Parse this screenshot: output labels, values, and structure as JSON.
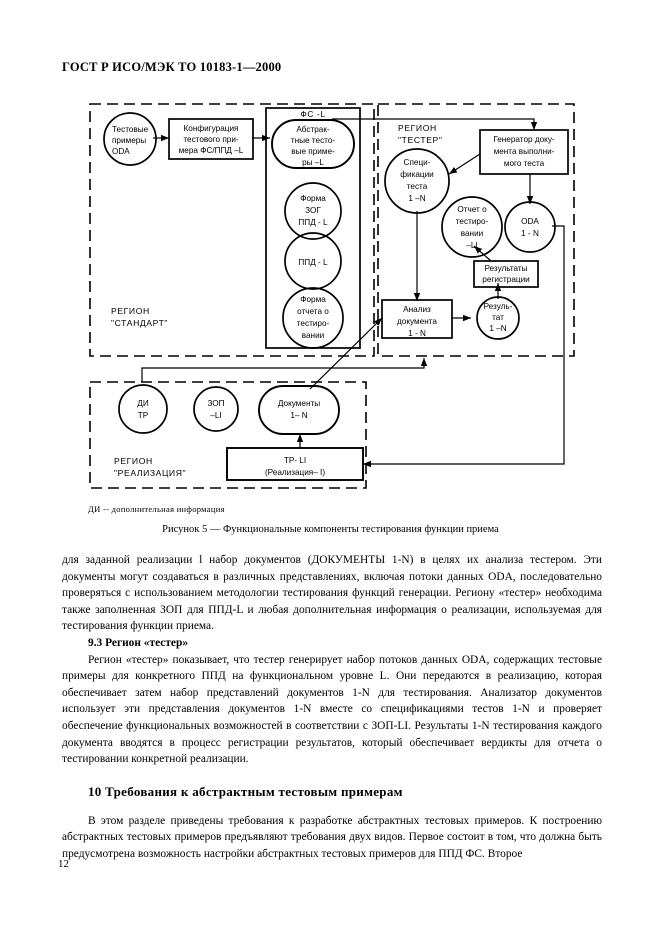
{
  "document": {
    "header": "ГОСТ Р ИСО/МЭК ТО 10183-1—2000",
    "page_number": "12"
  },
  "figure": {
    "note": "ДИ  --  дополнительная  информация",
    "caption": "Рисунок 5 — Функциональные компоненты тестирования функции приема",
    "regions": {
      "standard": {
        "line1": "РЕГИОН",
        "line2": "\"СТАНДАРТ\""
      },
      "tester": {
        "line1": "РЕГИОН",
        "line2": "\"ТЕСТЕР\""
      },
      "implementation": {
        "line1": "РЕГИОН",
        "line2": "\"РЕАЛИЗАЦИЯ\""
      }
    },
    "group_label_fs_l": "ФС -L",
    "nodes": {
      "test_examples_oda": {
        "l1": "Тестовые",
        "l2": "примеры",
        "l3": "ODA"
      },
      "config_box": {
        "l1": "Конфигурация",
        "l2": "тестового при-",
        "l3": "мера ФС/ППД –L"
      },
      "abstract_tests": {
        "l1": "Абстрак-",
        "l2": "тные тесто-",
        "l3": "вые приме-",
        "l4": "ры –L"
      },
      "form_zog": {
        "l1": "Форма",
        "l2": "ЗОГ",
        "l3": "ППД - L"
      },
      "ppd_l": {
        "l1": "ППД - L"
      },
      "form_report": {
        "l1": "Форма",
        "l2": "отчета о",
        "l3": "тестиро-",
        "l4": "вании"
      },
      "test_spec": {
        "l1": "Специ-",
        "l2": "фикации",
        "l3": "теста",
        "l4": "1 –N"
      },
      "doc_generator": {
        "l1": "Генератор доку-",
        "l2": "мента выполни-",
        "l3": "мого теста"
      },
      "test_report": {
        "l1": "Отчет о",
        "l2": "тестиро-",
        "l3": "вании",
        "l4": "–LI"
      },
      "oda_1n": {
        "l1": "ODA",
        "l2": "1 - N"
      },
      "reg_results": {
        "l1": "Результаты",
        "l2": "регистрации"
      },
      "doc_analysis": {
        "l1": "Анализ",
        "l2": "документа",
        "l3": "1 - N"
      },
      "result_1n": {
        "l1": "Резуль-",
        "l2": "тат",
        "l3": "1 –N"
      },
      "di_tp": {
        "l1": "ДИ",
        "l2": "ТР"
      },
      "zop_li": {
        "l1": "ЗОП",
        "l2": "–LI"
      },
      "documents_1n": {
        "l1": "Документы",
        "l2": "1– N"
      },
      "tp_li_box": {
        "l1": "ТР- LI",
        "l2": "(Реализация– I)"
      }
    }
  },
  "body": {
    "para1": "для заданной реализации l набор документов (ДОКУМЕНТЫ 1-N) в целях их анализа тестером. Эти документы могут создаваться в различных представлениях, включая потоки данных ODA, последовательно проверяться с использованием методологии тестирования функций генерации. Региону «тестер» необходима также заполненная ЗОП для ППД-L и любая дополнительная информация о реализации, используемая для тестирования функции приема.",
    "subheading_93": "9.3 Регион «тестер»",
    "para2": "Регион «тестер» показывает, что тестер генерирует набор потоков данных ODA, содержащих тестовые примеры для конкретного ППД на функциональном уровне L. Они передаются в реализацию, которая обеспечивает затем набор представлений документов 1-N для тестирования. Анализатор документов использует эти представления документов 1-N вместе со спецификациями тестов 1-N и проверяет обеспечение функциональных возможностей в соответствии с ЗОП-LI. Результаты 1-N тестирования каждого документа вводятся в процесс регистрации результатов, который обеспечивает вердикты для отчета о тестировании конкретной реализации.",
    "section_heading_10": "10  Требования к абстрактным тестовым примерам",
    "para3": "В этом разделе приведены требования к разработке абстрактных тестовых примеров. К построению абстрактных тестовых примеров предъявляют требования двух видов. Первое состоит в том, что должна быть предусмотрена возможность настройки абстрактных тестовых примеров для ППД ФС. Второе"
  },
  "colors": {
    "ink": "#000000",
    "paper": "#ffffff"
  }
}
